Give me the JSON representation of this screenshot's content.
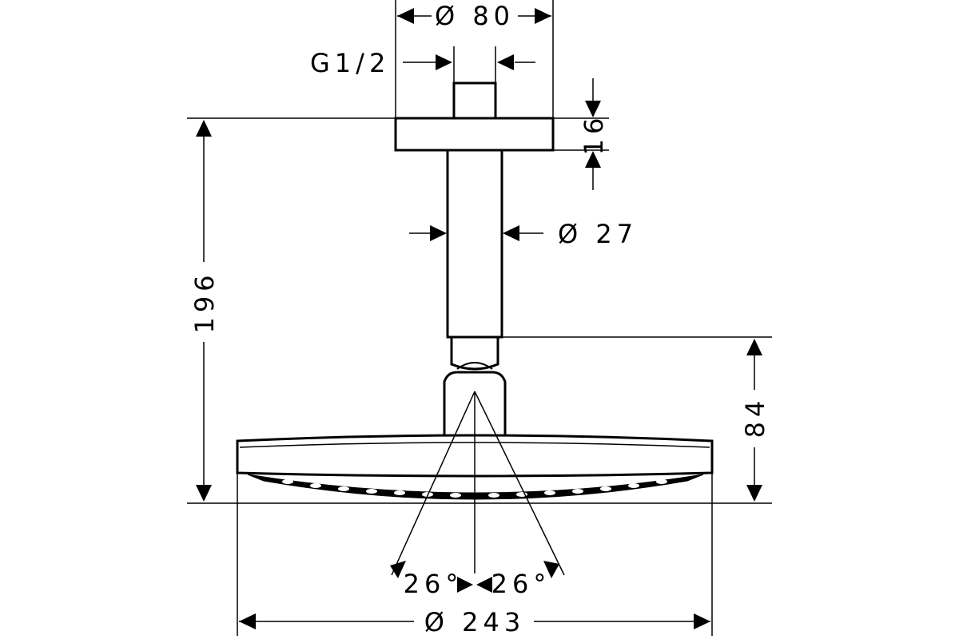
{
  "drawing": {
    "dims": {
      "flange_diameter": "Ø 80",
      "thread": "G1/2",
      "flange_height": "16",
      "pipe_diameter": "Ø 27",
      "total_height": "196",
      "head_height": "84",
      "angle_left": "26°",
      "angle_right": "26°",
      "head_diameter": "Ø 243"
    }
  }
}
